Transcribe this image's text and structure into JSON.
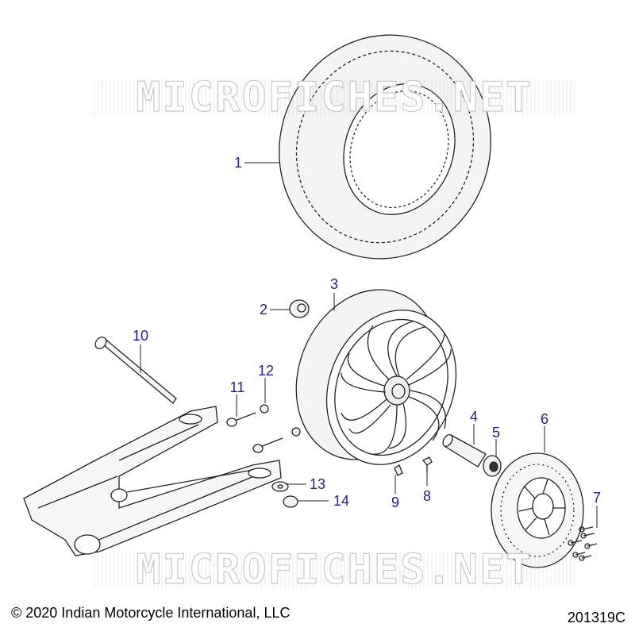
{
  "watermark": "MICROFICHES.NET",
  "copyright": "© 2020 Indian Motorcycle International, LLC",
  "figure_number": "201319C",
  "callouts": [
    {
      "id": "1",
      "part": "tire"
    },
    {
      "id": "2",
      "part": "spacer"
    },
    {
      "id": "3",
      "part": "rear-wheel"
    },
    {
      "id": "4",
      "part": "axle-spacer"
    },
    {
      "id": "5",
      "part": "bearing"
    },
    {
      "id": "6",
      "part": "brake-disc"
    },
    {
      "id": "7",
      "part": "disc-bolts"
    },
    {
      "id": "8",
      "part": "valve-stem"
    },
    {
      "id": "9",
      "part": "valve-cap"
    },
    {
      "id": "10",
      "part": "pivot-shaft"
    },
    {
      "id": "11",
      "part": "adjuster-bolt"
    },
    {
      "id": "12",
      "part": "nut"
    },
    {
      "id": "13",
      "part": "washer"
    },
    {
      "id": "14",
      "part": "nut"
    }
  ],
  "colors": {
    "callout": "#22228a",
    "line": "#222222",
    "watermark": "#c9c9c9"
  }
}
